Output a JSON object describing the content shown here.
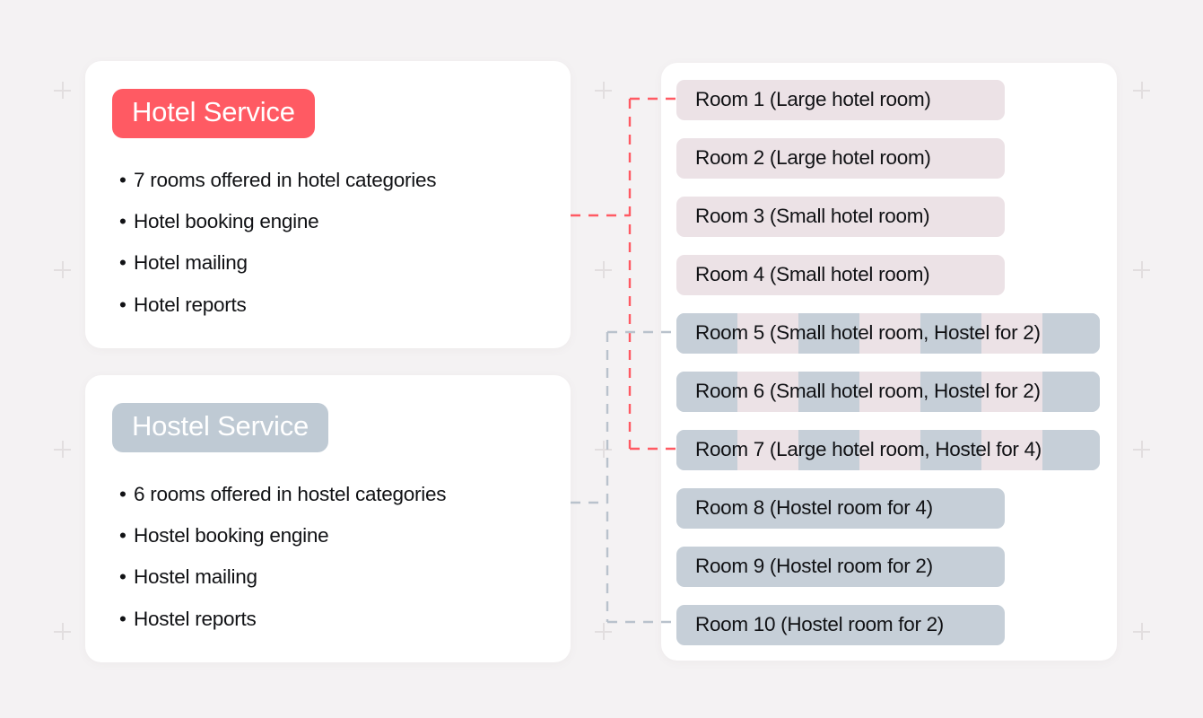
{
  "theme": {
    "background": "#f4f2f3",
    "card_background": "#ffffff",
    "hotel_accent": "#ff5a63",
    "hostel_accent": "#bfcad4",
    "hotel_room_fill": "#ece2e6",
    "hostel_room_fill": "#c6cfd8",
    "text_color": "#111215",
    "plus_mark_color": "#e2dedf"
  },
  "services": [
    {
      "id": "hotel",
      "title": "Hotel Service",
      "features": [
        "7 rooms offered in hotel categories",
        "Hotel booking engine",
        "Hotel mailing",
        "Hotel reports"
      ]
    },
    {
      "id": "hostel",
      "title": "Hostel Service",
      "features": [
        "6 rooms offered in hostel categories",
        "Hostel booking engine",
        "Hostel mailing",
        "Hostel reports"
      ]
    }
  ],
  "rooms": [
    {
      "label": "Room 1 (Large hotel room)",
      "type": "hotel"
    },
    {
      "label": "Room 2 (Large hotel room)",
      "type": "hotel"
    },
    {
      "label": "Room 3 (Small hotel room)",
      "type": "hotel"
    },
    {
      "label": "Room 4 (Small hotel room)",
      "type": "hotel"
    },
    {
      "label": "Room 5 (Small hotel room, Hostel for 2)",
      "type": "both"
    },
    {
      "label": "Room 6 (Small hotel room, Hostel for 2)",
      "type": "both"
    },
    {
      "label": "Room 7 (Large hotel room, Hostel for 4)",
      "type": "both"
    },
    {
      "label": "Room 8 (Hostel room for 4)",
      "type": "hostel"
    },
    {
      "label": "Room 9 (Hostel room for 2)",
      "type": "hostel"
    },
    {
      "label": "Room 10 (Hostel room for 2)",
      "type": "hostel"
    }
  ],
  "bullet_glyph": "•",
  "connectors": [
    {
      "id": "hotel-connector",
      "color": "#ff5a63",
      "from": "Hotel Service",
      "to_rooms": "Room 1 – Room 7"
    },
    {
      "id": "hostel-connector",
      "color": "#b9c2cc",
      "from": "Hostel Service",
      "to_rooms": "Room 5 – Room 10"
    }
  ]
}
